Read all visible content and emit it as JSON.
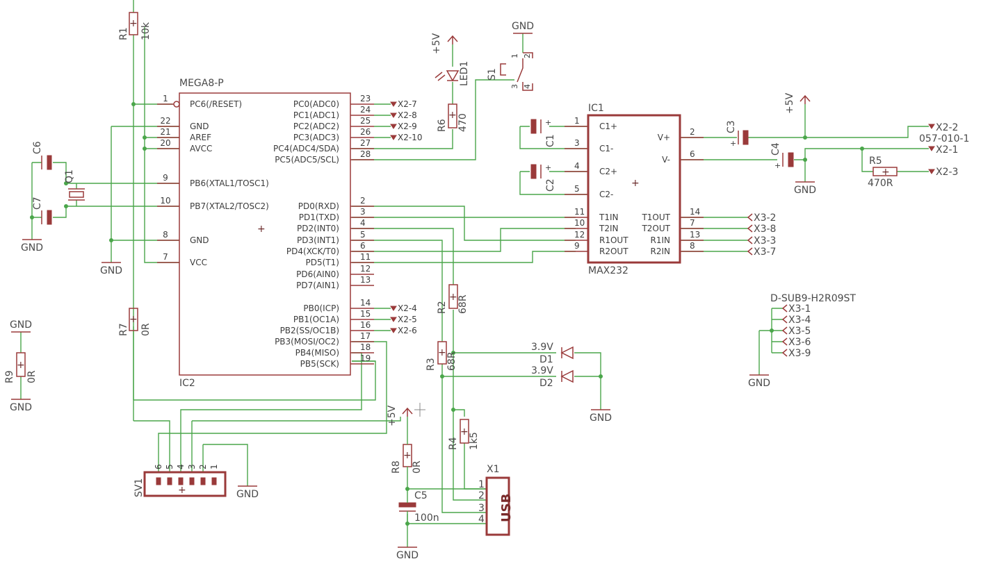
{
  "schematic": {
    "ic2": {
      "name": "IC2",
      "value": "MEGA8-P",
      "left_pins": [
        {
          "num": "1",
          "name": "PC6(/RESET)"
        },
        {
          "num": "22",
          "name": "GND"
        },
        {
          "num": "21",
          "name": "AREF"
        },
        {
          "num": "20",
          "name": "AVCC"
        },
        {
          "num": "9",
          "name": "PB6(XTAL1/TOSC1)"
        },
        {
          "num": "10",
          "name": "PB7(XTAL2/TOSC2)"
        },
        {
          "num": "8",
          "name": "GND"
        },
        {
          "num": "7",
          "name": "VCC"
        }
      ],
      "right_pins": [
        {
          "num": "23",
          "name": "PC0(ADC0)",
          "net": "X2-7"
        },
        {
          "num": "24",
          "name": "PC1(ADC1)",
          "net": "X2-8"
        },
        {
          "num": "25",
          "name": "PC2(ADC2)",
          "net": "X2-9"
        },
        {
          "num": "26",
          "name": "PC3(ADC3)",
          "net": "X2-10"
        },
        {
          "num": "27",
          "name": "PC4(ADC4/SDA)",
          "net": ""
        },
        {
          "num": "28",
          "name": "PC5(ADC5/SCL)",
          "net": ""
        },
        {
          "num": "2",
          "name": "PD0(RXD)",
          "net": ""
        },
        {
          "num": "3",
          "name": "PD1(TXD)",
          "net": ""
        },
        {
          "num": "4",
          "name": "PD2(INT0)",
          "net": ""
        },
        {
          "num": "5",
          "name": "PD3(INT1)",
          "net": ""
        },
        {
          "num": "6",
          "name": "PD4(XCK/T0)",
          "net": ""
        },
        {
          "num": "11",
          "name": "PD5(T1)",
          "net": ""
        },
        {
          "num": "12",
          "name": "PD6(AIN0)",
          "net": ""
        },
        {
          "num": "13",
          "name": "PD7(AIN1)",
          "net": ""
        },
        {
          "num": "14",
          "name": "PB0(ICP)",
          "net": "X2-4"
        },
        {
          "num": "15",
          "name": "PB1(OC1A)",
          "net": "X2-5"
        },
        {
          "num": "16",
          "name": "PB2(SS/OC1B)",
          "net": "X2-6"
        },
        {
          "num": "17",
          "name": "PB3(MOSI/OC2)",
          "net": ""
        },
        {
          "num": "18",
          "name": "PB4(MISO)",
          "net": ""
        },
        {
          "num": "19",
          "name": "PB5(SCK)",
          "net": ""
        }
      ]
    },
    "ic1": {
      "name": "IC1",
      "value": "MAX232",
      "left_pins": [
        {
          "num": "1",
          "name": "C1+"
        },
        {
          "num": "3",
          "name": "C1-"
        },
        {
          "num": "4",
          "name": "C2+"
        },
        {
          "num": "5",
          "name": "C2-"
        },
        {
          "num": "11",
          "name": "T1IN"
        },
        {
          "num": "10",
          "name": "T2IN"
        },
        {
          "num": "12",
          "name": "R1OUT"
        },
        {
          "num": "9",
          "name": "R2OUT"
        }
      ],
      "right_pins": [
        {
          "num": "2",
          "name": "V+"
        },
        {
          "num": "6",
          "name": "V-"
        },
        {
          "num": "14",
          "name": "T1OUT",
          "net": "X3-2"
        },
        {
          "num": "7",
          "name": "T2OUT",
          "net": "X3-8"
        },
        {
          "num": "13",
          "name": "R1IN",
          "net": "X3-3"
        },
        {
          "num": "8",
          "name": "R2IN",
          "net": "X3-7"
        }
      ]
    },
    "dsub": {
      "value": "D-SUB9-H2R09ST",
      "pins": [
        "X3-1",
        "X3-4",
        "X3-5",
        "X3-6",
        "X3-9"
      ]
    },
    "resistors": {
      "r1": {
        "name": "R1",
        "value": "10k"
      },
      "r2": {
        "name": "R2",
        "value": "68R"
      },
      "r3": {
        "name": "R3",
        "value": "68R"
      },
      "r4": {
        "name": "R4",
        "value": "1k5"
      },
      "r5": {
        "name": "R5",
        "value": "470R"
      },
      "r6": {
        "name": "R6",
        "value": "470"
      },
      "r7": {
        "name": "R7",
        "value": "0R"
      },
      "r8": {
        "name": "R8",
        "value": "0R"
      },
      "r9": {
        "name": "R9",
        "value": "0R"
      }
    },
    "capacitors": {
      "c1": "C1",
      "c2": "C2",
      "c3": "C3",
      "c4": "C4",
      "c5": {
        "name": "C5",
        "value": "100n"
      },
      "c6": "C6",
      "c7": "C7"
    },
    "crystal": "Q1",
    "led": "LED1",
    "switch": {
      "name": "S1",
      "pins": [
        "1",
        "2",
        "3",
        "4"
      ]
    },
    "diodes": [
      {
        "name": "D1",
        "value": "3.9V"
      },
      {
        "name": "D2",
        "value": "3.9V"
      }
    ],
    "header_sv1": {
      "name": "SV1",
      "pins": [
        "6",
        "5",
        "4",
        "3",
        "2",
        "1"
      ]
    },
    "usb": {
      "name": "X1",
      "label": "USB",
      "pins": [
        "1",
        "2",
        "3",
        "4"
      ]
    },
    "supply": {
      "gnd": "GND",
      "vcc": "+5V"
    },
    "nets": {
      "x2_2": "X2-2",
      "x2_1": "X2-1",
      "x2_3": "X2-3",
      "part_number": "057-010-1"
    }
  }
}
